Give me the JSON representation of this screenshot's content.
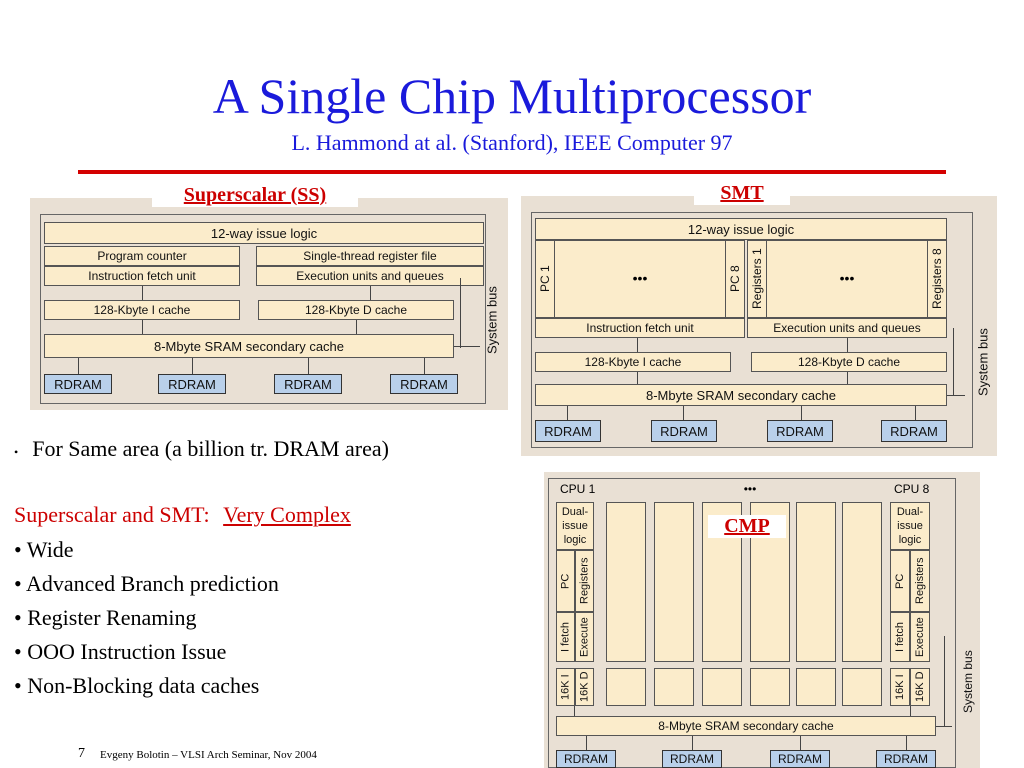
{
  "slide": {
    "title": "A Single Chip Multiprocessor",
    "subtitle": "L. Hammond at al. (Stanford), IEEE Computer 97",
    "bullet_top": "For Same area (a billion tr. DRAM area)",
    "complex_prefix": "Superscalar and SMT:",
    "complex_link": "Very Complex",
    "bullets": [
      "• Wide",
      "• Advanced Branch prediction",
      "• Register Renaming",
      "• OOO Instruction Issue",
      "• Non-Blocking data caches"
    ],
    "page_number": "7",
    "footer": "Evgeny Bolotin – VLSI Arch Seminar, Nov 2004"
  },
  "ss": {
    "label": "Superscalar (SS)",
    "issue": "12-way issue logic",
    "pc": "Program counter",
    "regfile": "Single-thread register file",
    "fetch": "Instruction fetch unit",
    "exec": "Execution units and queues",
    "icache": "128-Kbyte I cache",
    "dcache": "128-Kbyte D cache",
    "l2": "8-Mbyte SRAM secondary cache",
    "bus": "System bus",
    "rdram": [
      "RDRAM",
      "RDRAM",
      "RDRAM",
      "RDRAM"
    ]
  },
  "smt": {
    "label": "SMT",
    "issue": "12-way issue logic",
    "pc1": "PC 1",
    "dots": "•••",
    "pc8": "PC 8",
    "reg1": "Registers 1",
    "dots2": "•••",
    "reg8": "Registers 8",
    "fetch": "Instruction fetch unit",
    "exec": "Execution units and queues",
    "icache": "128-Kbyte I cache",
    "dcache": "128-Kbyte D cache",
    "l2": "8-Mbyte SRAM secondary cache",
    "bus": "System bus",
    "rdram": [
      "RDRAM",
      "RDRAM",
      "RDRAM",
      "RDRAM"
    ]
  },
  "cmp": {
    "label": "CMP",
    "cpu1": "CPU 1",
    "dots": "•••",
    "cpu8": "CPU 8",
    "dual": "Dual-issue logic",
    "pc": "PC",
    "regs": "Registers",
    "ifetch": "I fetch",
    "execute": "Execute",
    "icache": "16K I",
    "dcache": "16K D",
    "l2": "8-Mbyte SRAM secondary cache",
    "bus": "System bus",
    "rdram": [
      "RDRAM",
      "RDRAM",
      "RDRAM",
      "RDRAM"
    ]
  }
}
